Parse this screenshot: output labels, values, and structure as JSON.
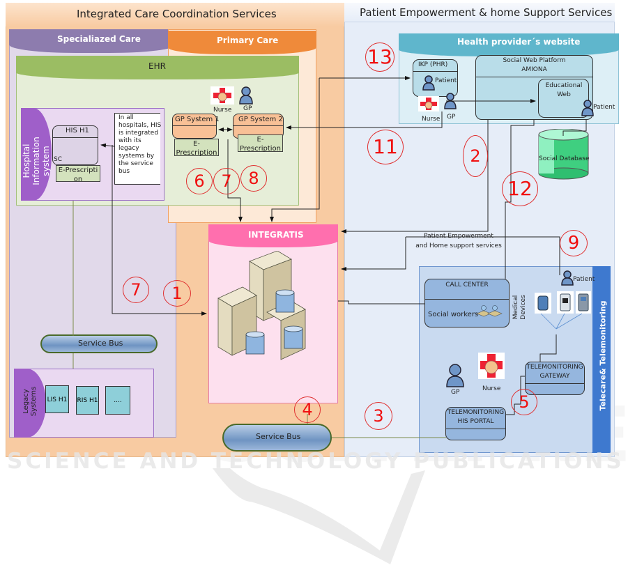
{
  "left_section": {
    "title": "Integrated Care Coordination Services",
    "specialized_care": "Specialiazed Care",
    "primary_care": "Primary Care",
    "ehr": "EHR",
    "his_system_label": "Hospital Information system",
    "his_h1": "HIS H1",
    "sc": "SC",
    "e_prescription": "E-Prescription",
    "his_note": "In all hospitals, HIS is integrated with its legacy systems by the service bus",
    "gp_system_1": "GP System 1",
    "gp_system_2": "GP System 2",
    "nurse": "Nurse",
    "gp": "GP",
    "integratis": "INTEGRATIS",
    "service_bus": "Service Bus",
    "legacy_systems": "Legacy Systems",
    "legacy_items": [
      "LIS H1",
      "RIS H1",
      "...."
    ]
  },
  "right_section": {
    "title": "Patient Empowerment & home Support Services",
    "website_header": "Health provider´s website",
    "ikp": "IKP (PHR)",
    "patient": "Patient",
    "nurse": "Nurse",
    "gp": "GP",
    "social_web_platform": "Social Web Platform",
    "amiona": "AMIONA",
    "educational_web": "Educational Web",
    "social_database": "Social Database",
    "pe_services_line1": "Patient Empowerment",
    "pe_services_line2": "and Home support services",
    "call_center": "CALL CENTER",
    "social_workers": "Social workers",
    "medical_devices": "Medical Devices",
    "telemonitoring_gateway_1": "TELEMONITORING",
    "telemonitoring_gateway_2": "GATEWAY",
    "telemonitoring_portal_1": "TELEMONITORING",
    "telemonitoring_portal_2": "HIS PORTAL",
    "telecare": "Telecare& Telemonitoring",
    "service_bus": "Service Bus"
  },
  "step_numbers": {
    "n1": "1",
    "n2": "2",
    "n3": "3",
    "n4": "4",
    "n5": "5",
    "n6": "6",
    "n7a": "7",
    "n7b": "7",
    "n8": "8",
    "n9": "9",
    "n11": "11",
    "n12": "12",
    "n13": "13"
  },
  "watermark": {
    "main": "SCITEPRESS",
    "sub": "SCIENCE AND TECHNOLOGY PUBLICATIONS"
  },
  "colors": {
    "step_number": "#f01010",
    "integratis": "#ff6fae",
    "ehr": "#9bbd63",
    "primary_care": "#ef8a3a",
    "specialized_care": "#8d7cae",
    "website": "#5fb6cc",
    "telecare": "#3e79cf"
  }
}
